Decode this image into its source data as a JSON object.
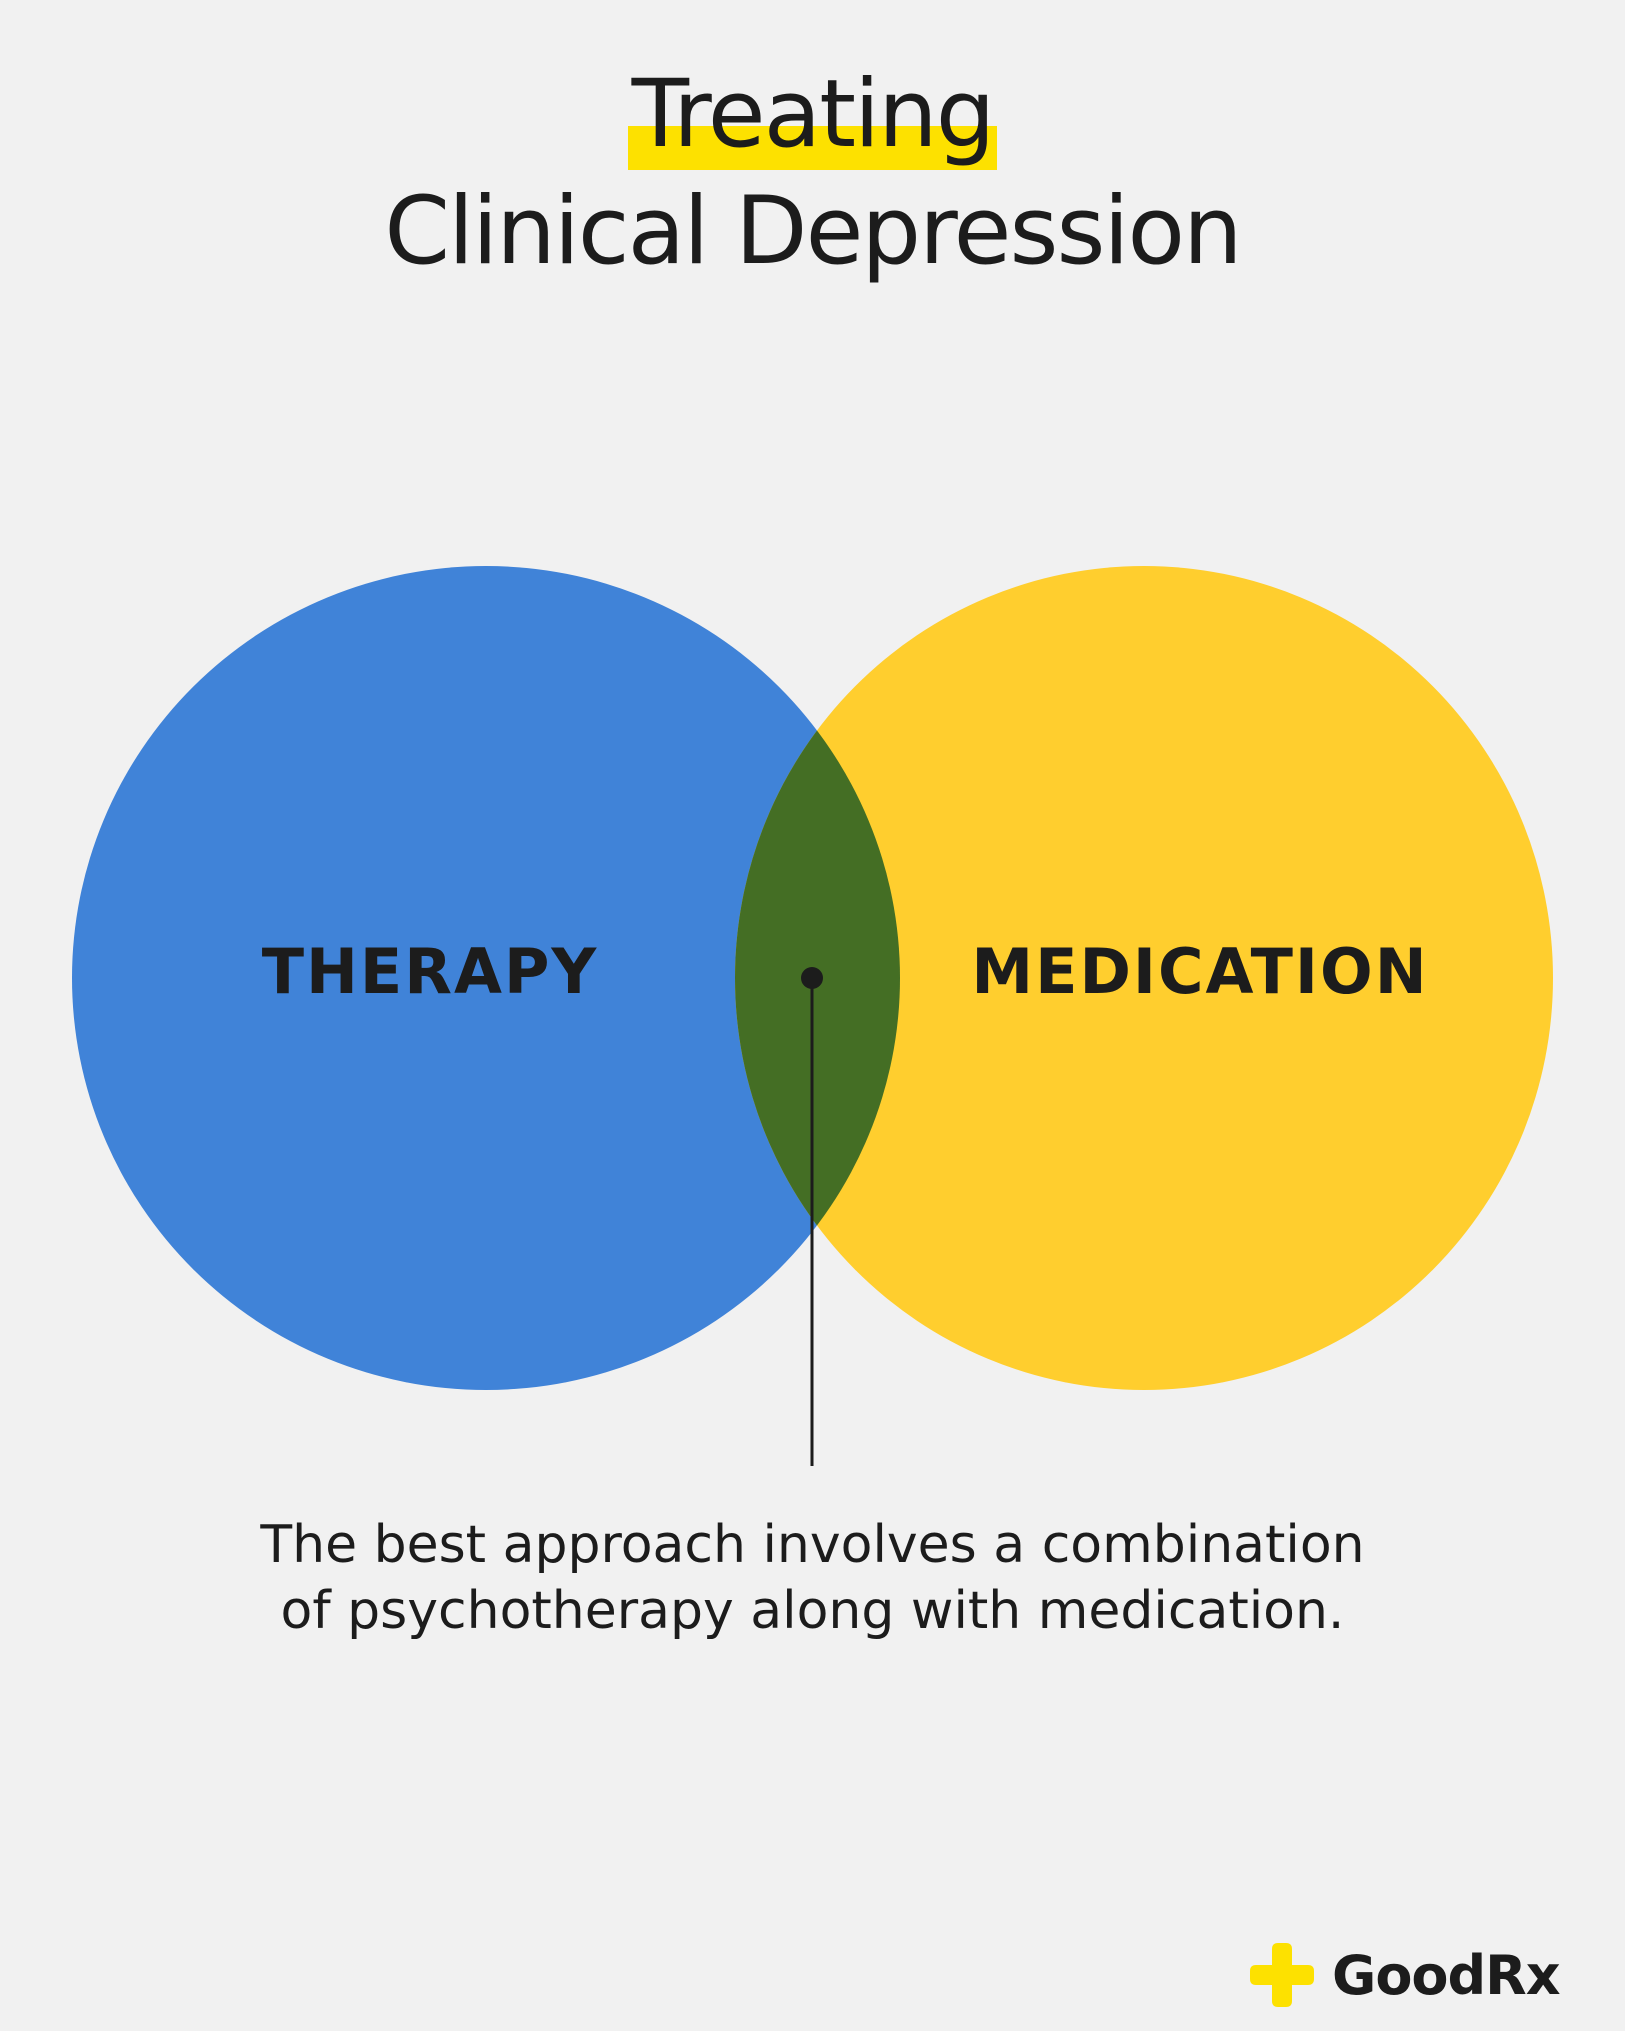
{
  "title": {
    "line1": "Treating",
    "line2": "Clinical Depression"
  },
  "diagram": {
    "left_set": {
      "label": "THERAPY",
      "color": "#4083d8"
    },
    "right_set": {
      "label": "MEDICATION",
      "color": "#ffce2e"
    },
    "overlap_color": "#446e24",
    "caption_lines": [
      "The best approach involves a combination",
      "of psychotherapy along with medication."
    ]
  },
  "brand": {
    "name": "GoodRx",
    "logo_icon": "plus-cross-icon",
    "accent": "#fde100"
  }
}
